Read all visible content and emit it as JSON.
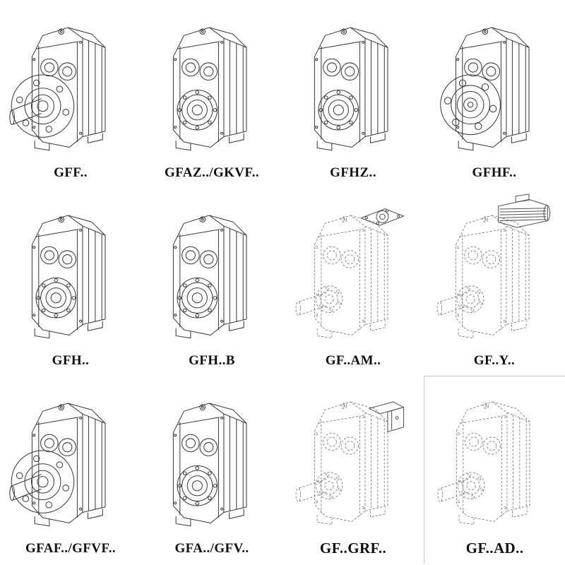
{
  "page": {
    "background": "#ffffff",
    "description": "Catalog sheet of parallel shaft helical gearbox mounting variants, 4 x 3 grid of isometric line drawings with model codes"
  },
  "colors": {
    "line": "#3b3b3b",
    "phantom_line": "#8f8f8f",
    "accent_solid": "#555555",
    "background": "#ffffff"
  },
  "grid": {
    "items": [
      {
        "label": "GFF..",
        "drawing": "flange-shaft-solid"
      },
      {
        "label": "GFAZ../GKVF..",
        "drawing": "hollow-bore-solid"
      },
      {
        "label": "GFHZ..",
        "drawing": "hollow-bore-solid"
      },
      {
        "label": "GFHF..",
        "drawing": "flange-face-solid"
      },
      {
        "label": "GFH..",
        "drawing": "hollow-bore-solid"
      },
      {
        "label": "GFH..B",
        "drawing": "hollow-bore-solid"
      },
      {
        "label": "GF..AM..",
        "drawing": "shaft-dashed-flange-top"
      },
      {
        "label": "GF..Y..",
        "drawing": "motor-dashed"
      },
      {
        "label": "GFAF../GFVF..",
        "drawing": "flange-shaft-solid"
      },
      {
        "label": "GFA../GFV..",
        "drawing": "hollow-bore-solid"
      },
      {
        "label": "GF..GRF..",
        "drawing": "adapter-dashed"
      },
      {
        "label": "GF..AD..",
        "drawing": "shaft-dashed"
      }
    ]
  }
}
